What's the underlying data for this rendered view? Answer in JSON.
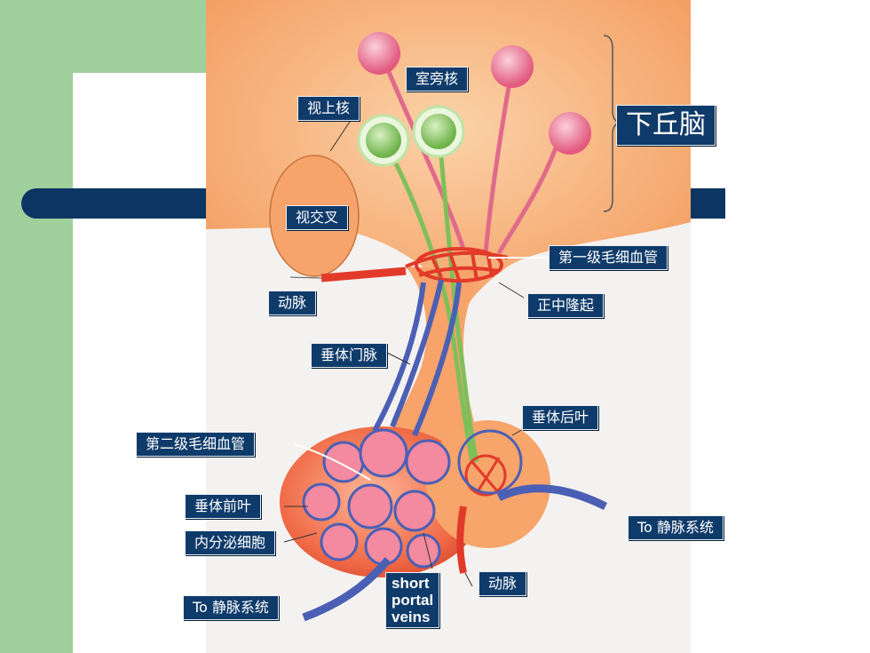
{
  "labels": {
    "hypothalamus": "下丘脑",
    "paraventricular_nucleus": "室旁核",
    "supraoptic_nucleus": "视上核",
    "optic_chiasm": "视交叉",
    "primary_capillary": "第一级毛细血管",
    "artery_top": "动脉",
    "median_eminence": "正中隆起",
    "portal_vein": "垂体门脉",
    "posterior_pituitary": "垂体后叶",
    "secondary_capillary": "第二级毛细血管",
    "anterior_pituitary": "垂体前叶",
    "endocrine_cell": "内分泌细胞",
    "to_venous_right": "To 静脉系统",
    "artery_bottom": "动脉",
    "short_portal_veins": "short\nportal\nveins",
    "to_venous_left": "To 静脉系统"
  },
  "colors": {
    "slide_green": "#9fcf9b",
    "bar_navy": "#0c3563",
    "label_bg": "#0f3b6a",
    "tissue_orange": "#f7b27e",
    "artery_red": "#e23a2a",
    "vein_blue": "#4b5fb5",
    "nucleus_green": "#7fbf5a",
    "neuron_pink": "#ea6f8e"
  }
}
